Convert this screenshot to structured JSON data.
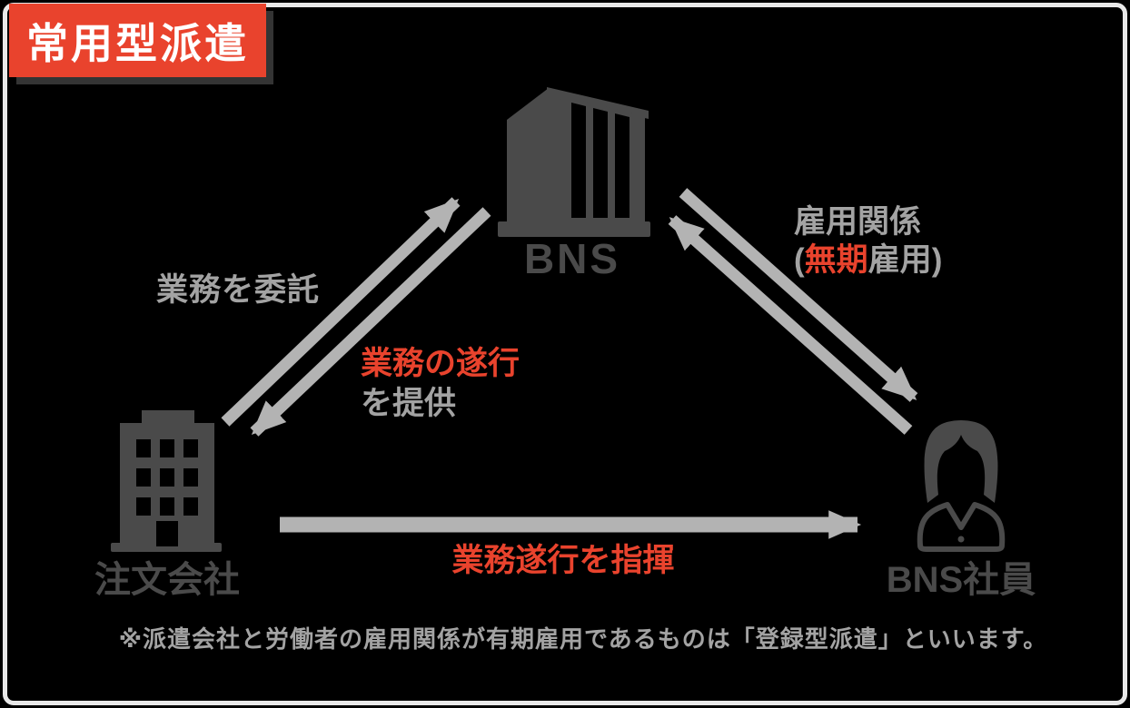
{
  "title_badge": {
    "label": "常用型派遣"
  },
  "nodes": {
    "bns": {
      "label": "BNS",
      "icon": "office-building-3d-icon"
    },
    "client": {
      "label": "注文会社",
      "icon": "office-building-icon"
    },
    "employee": {
      "label": "BNS社員",
      "icon": "business-person-icon"
    }
  },
  "edge_labels": {
    "consign": "業務を委託",
    "provide_red": "業務の遂行",
    "provide_rest": "を提供",
    "employment_line1": "雇用関係",
    "employment_paren_open": "(",
    "employment_red": "無期",
    "employment_rest": "雇用",
    "employment_paren_close": ")",
    "direct": "業務遂行を指揮"
  },
  "edges": [
    {
      "from": "client",
      "to": "bns",
      "label": "業務を委託"
    },
    {
      "from": "bns",
      "to": "client",
      "label": "業務の遂行を提供"
    },
    {
      "from": "bns",
      "to": "employee",
      "label": "雇用関係(無期雇用)"
    },
    {
      "from": "employee",
      "to": "bns",
      "label": "雇用関係(無期雇用)"
    },
    {
      "from": "client",
      "to": "employee",
      "label": "業務遂行を指揮"
    }
  ],
  "footnote": "※派遣会社と労働者の雇用関係が有期雇用であるものは「登録型派遣」といいます。",
  "colors": {
    "accent_red": "#e9432d",
    "icon_dark_gray": "#4a4a4a",
    "text_gray": "#a3a3a3",
    "arrow_gray": "#b3b3b3",
    "border_white": "#e9e9e9",
    "badge_text": "#ffffff",
    "background": "#000000"
  }
}
